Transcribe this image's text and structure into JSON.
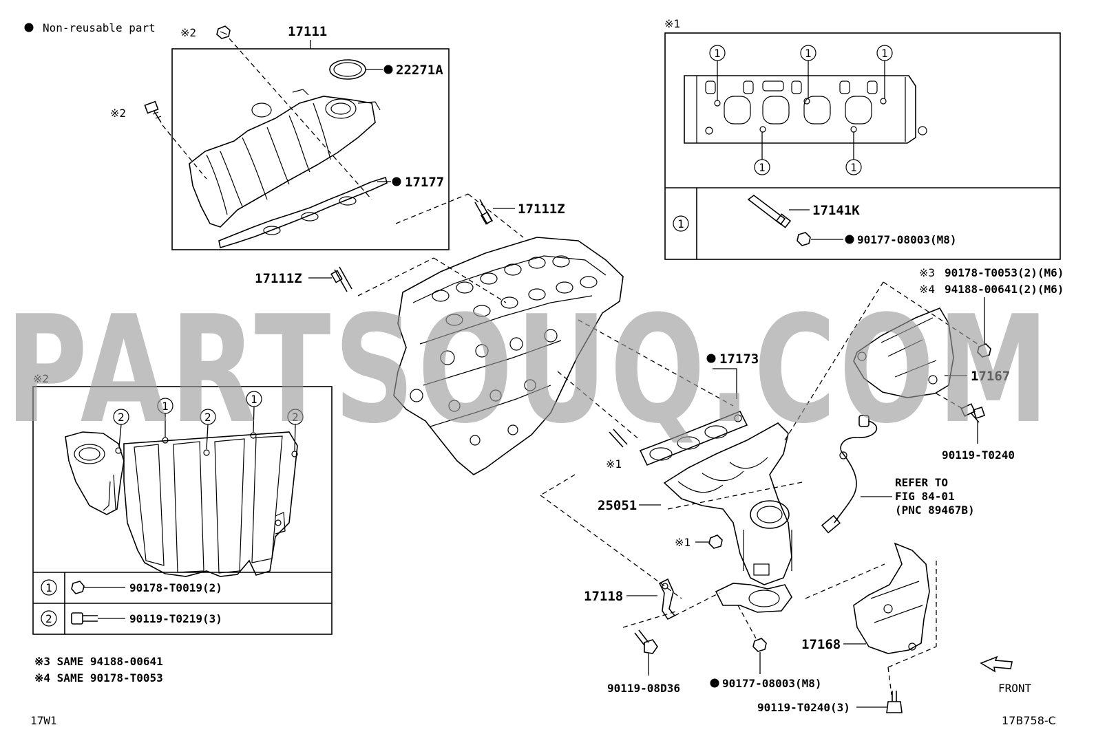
{
  "legend": {
    "non_reusable": "Non-reusable part"
  },
  "callouts": {
    "p17111": "17111",
    "p22271A": "22271A",
    "p17177": "17177",
    "p17111Z_a": "17111Z",
    "p17111Z_b": "17111Z",
    "p17141K": "17141K",
    "p90177_08003_top": "90177-08003(M8)",
    "note3_part": "90178-T0053(2)(M6)",
    "note4_part": "94188-00641(2)(M6)",
    "p17173": "17173",
    "p17167": "17167",
    "p90119_T0240": "90119-T0240",
    "refer_1": "REFER TO",
    "refer_2": "FIG 84-01",
    "refer_3": "(PNC 89467B)",
    "p25051": "25051",
    "p17118": "17118",
    "p17168": "17168",
    "p90119_08D36": "90119-08D36",
    "p90177_08003_bot": "90177-08003(M8)",
    "p90119_T0240_3": "90119-T0240(3)",
    "front": "FRONT"
  },
  "marks": {
    "m1": "※1",
    "m2": "※2",
    "m3": "※3",
    "m4": "※4",
    "c1": "1",
    "c2": "2"
  },
  "table_x2": {
    "row1": "90178-T0019(2)",
    "row2": "90119-T0219(3)"
  },
  "notes": {
    "same3": "※3  SAME  94188-00641",
    "same4": "※4  SAME  90178-T0053"
  },
  "footer": {
    "left": "17W1",
    "right": "17B758-C"
  },
  "watermark": "PARTSOUQ.COM"
}
